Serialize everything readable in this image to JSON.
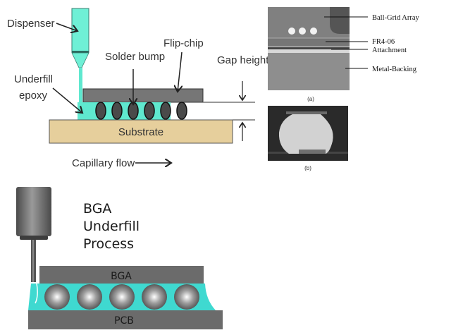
{
  "diagram1": {
    "labels": {
      "dispenser": "Dispenser",
      "solder_bump": "Solder bump",
      "flip_chip": "Flip-chip",
      "gap_height": "Gap height",
      "underfill_line1": "Underfill",
      "underfill_line2": "epoxy",
      "substrate": "Substrate",
      "capillary_flow": "Capillary flow"
    },
    "colors": {
      "epoxy": "#5fe8cf",
      "chip": "#767676",
      "bump": "#4a4a4a",
      "substrate": "#e6cf9c"
    }
  },
  "micrograph_a": {
    "labels": [
      "Ball-Grid Array",
      "FR4-06",
      "Attachment",
      "Metal-Backing"
    ],
    "caption": "(a)"
  },
  "micrograph_b": {
    "caption": "(b)"
  },
  "diagram2": {
    "title_lines": [
      "BGA",
      "Underfill",
      "Process"
    ],
    "bga_label": "BGA",
    "pcb_label": "PCB",
    "ball_count": 5,
    "colors": {
      "underfill": "#3fd9d0",
      "board": "#6b6b6b"
    }
  }
}
